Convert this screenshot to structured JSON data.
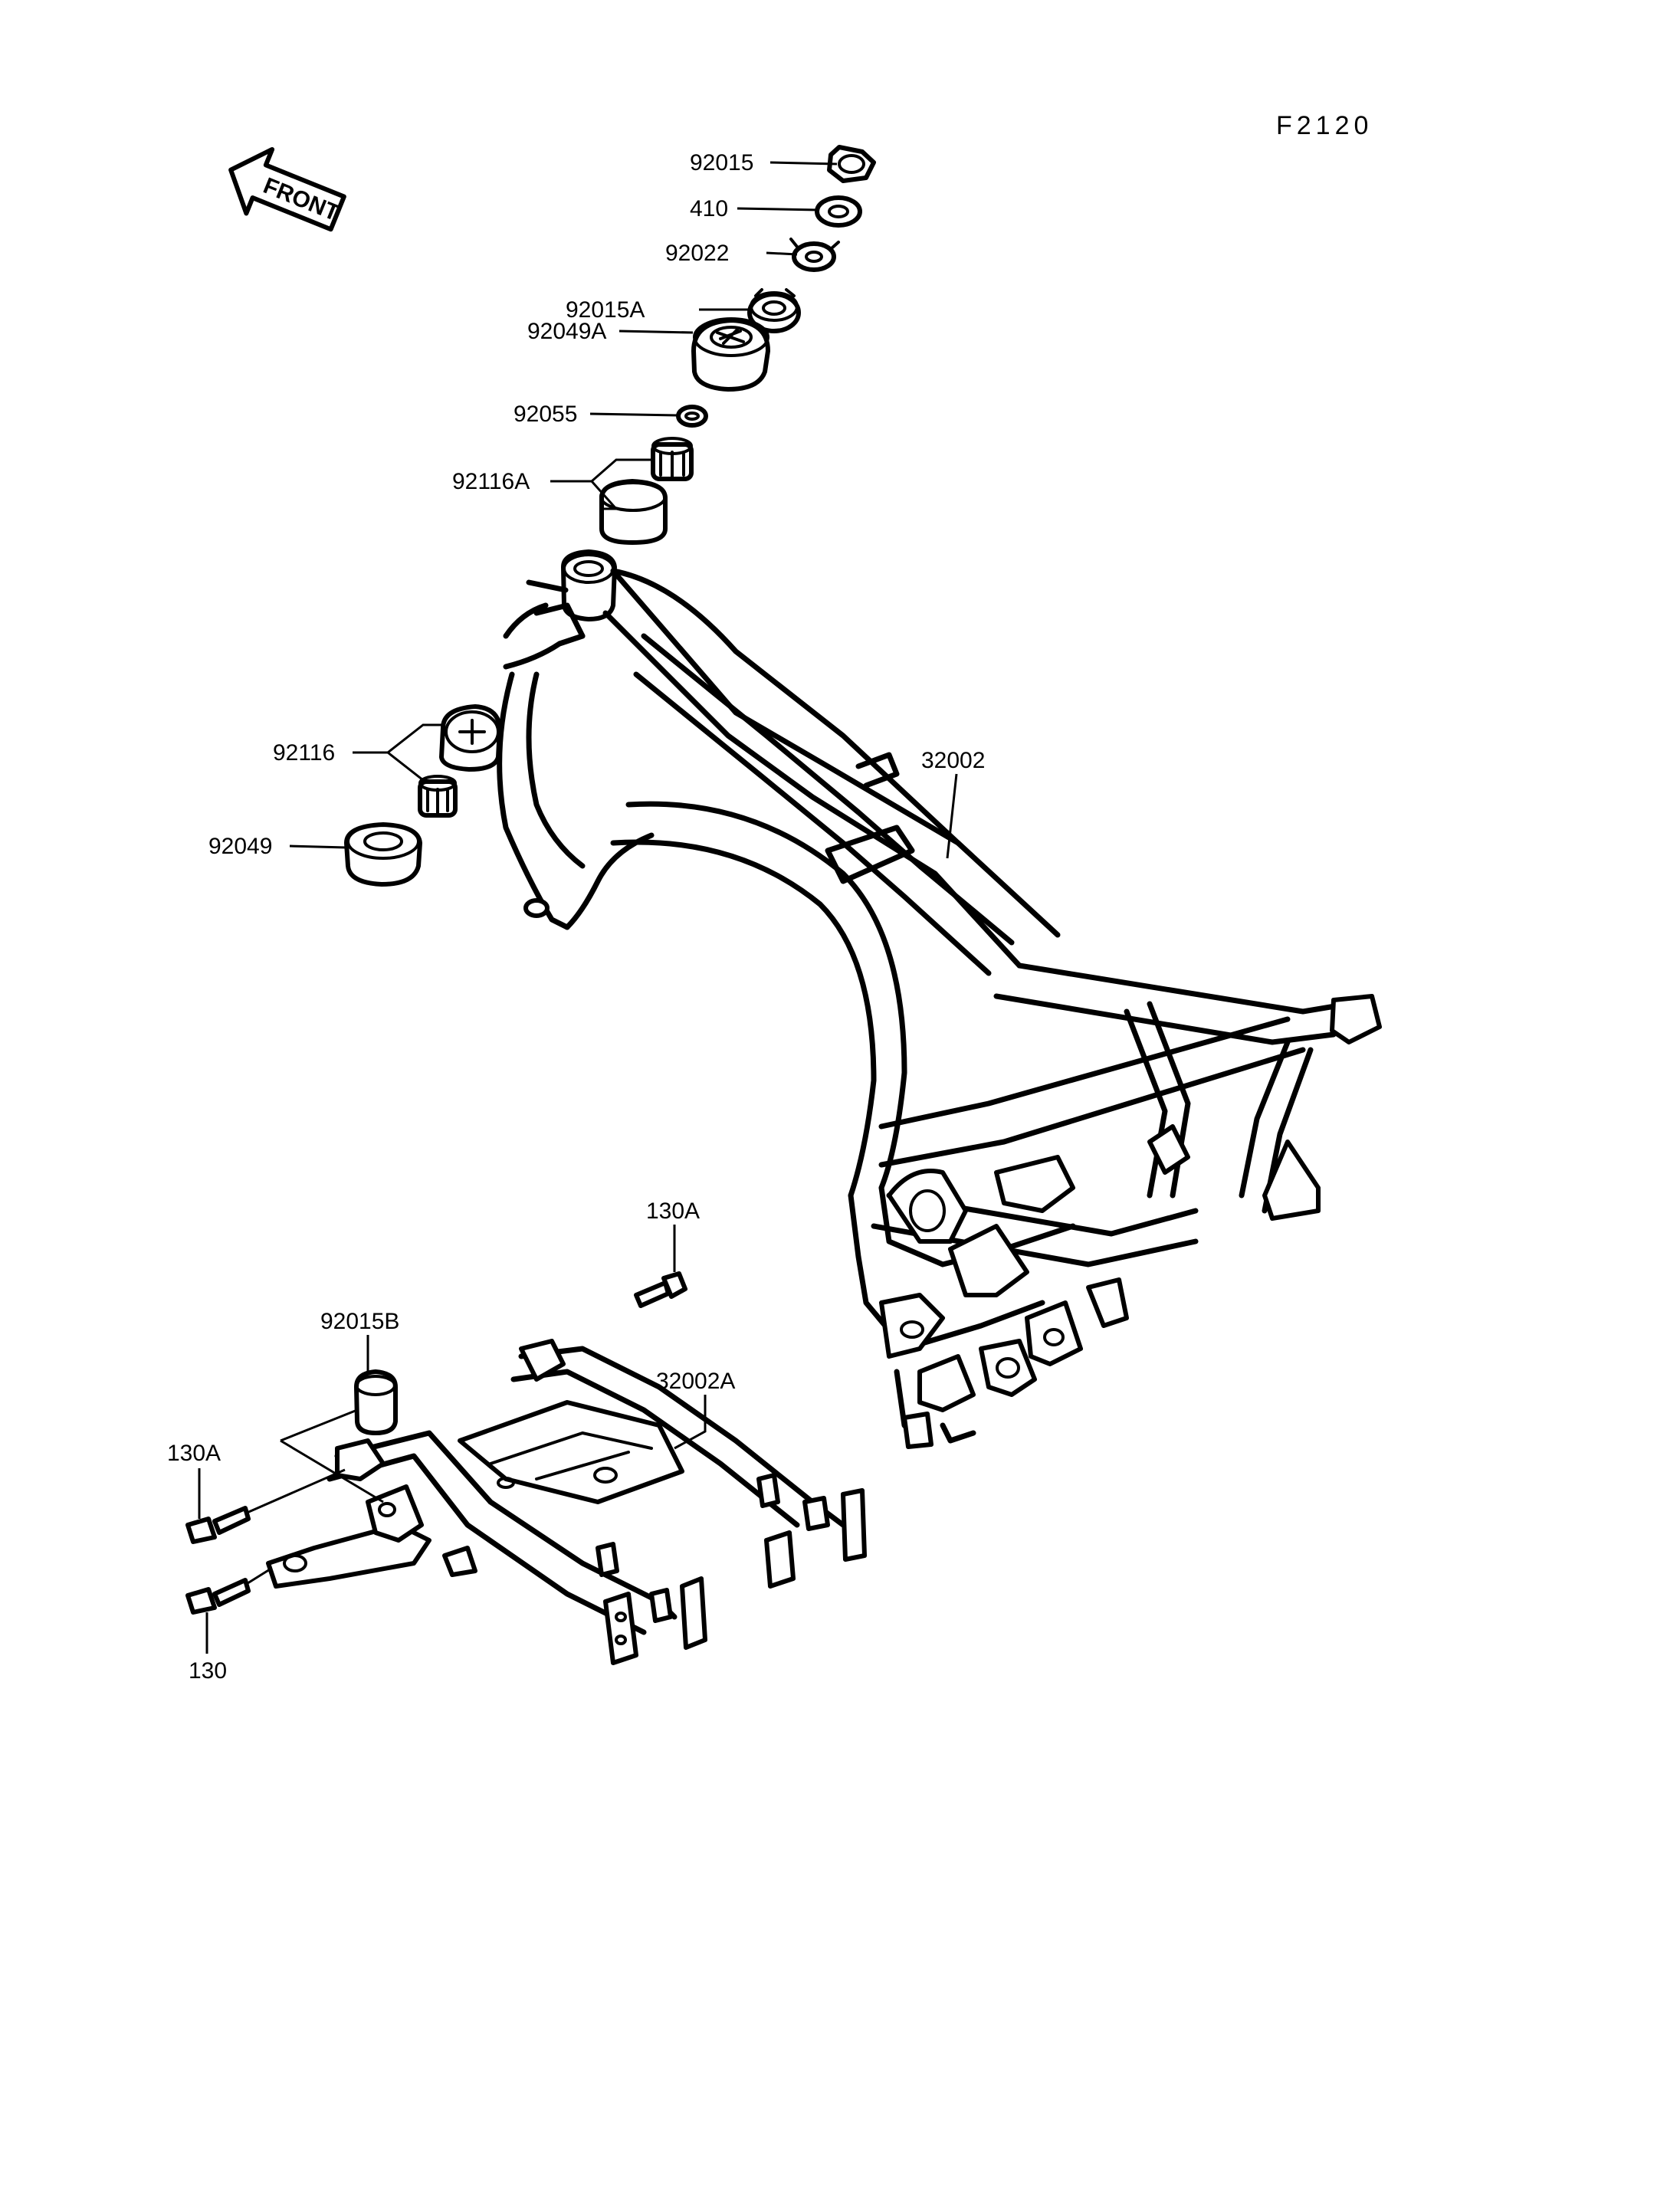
{
  "figure_code": "F2120",
  "front_arrow": {
    "text": "FRONT"
  },
  "callouts": {
    "p92015": "92015",
    "p410": "410",
    "p92022": "92022",
    "p92015A": "92015A",
    "p92049A": "92049A",
    "p92055": "92055",
    "p92116A": "92116A",
    "p32002": "32002",
    "p92116": "92116",
    "p92049": "92049",
    "p130A_top": "130A",
    "p92015B": "92015B",
    "p32002A": "32002A",
    "p130A_left": "130A",
    "p130": "130"
  }
}
